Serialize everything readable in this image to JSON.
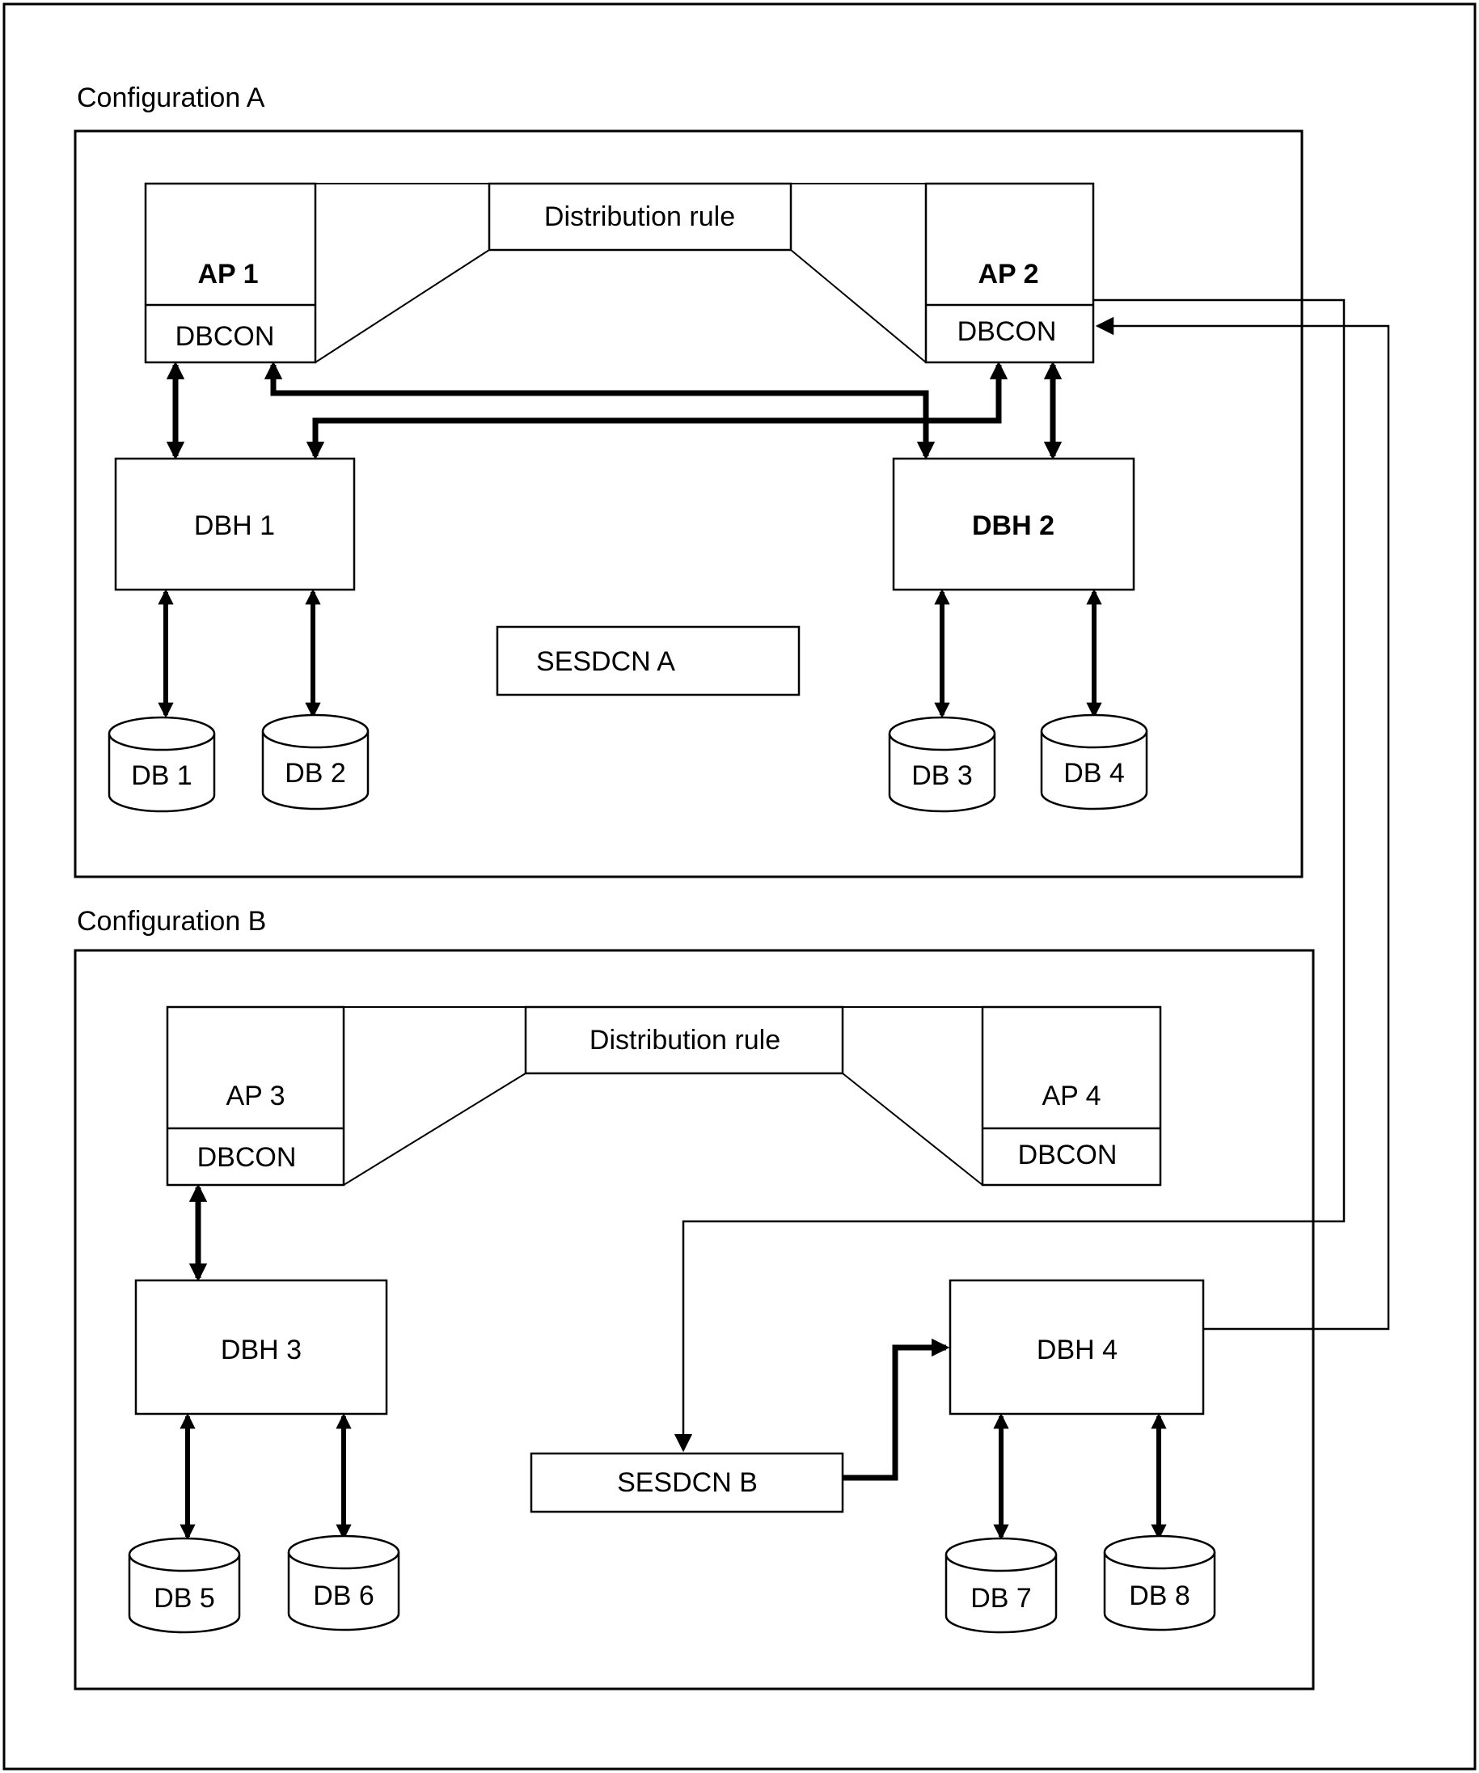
{
  "configA": {
    "title": "Configuration A",
    "distribution_rule": "Distribution rule",
    "ap1": {
      "name": "AP 1",
      "dbcon": "DBCON"
    },
    "ap2": {
      "name": "AP 2",
      "dbcon": "DBCON"
    },
    "dbh1": "DBH 1",
    "dbh2": "DBH 2",
    "sesdcn": "SESDCN A",
    "db1": "DB 1",
    "db2": "DB 2",
    "db3": "DB 3",
    "db4": "DB 4"
  },
  "configB": {
    "title": "Configuration B",
    "distribution_rule": "Distribution rule",
    "ap3": {
      "name": "AP 3",
      "dbcon": "DBCON"
    },
    "ap4": {
      "name": "AP 4",
      "dbcon": "DBCON"
    },
    "dbh3": "DBH 3",
    "dbh4": "DBH 4",
    "sesdcn": "SESDCN B",
    "db5": "DB 5",
    "db6": "DB 6",
    "db7": "DB 7",
    "db8": "DB 8"
  }
}
